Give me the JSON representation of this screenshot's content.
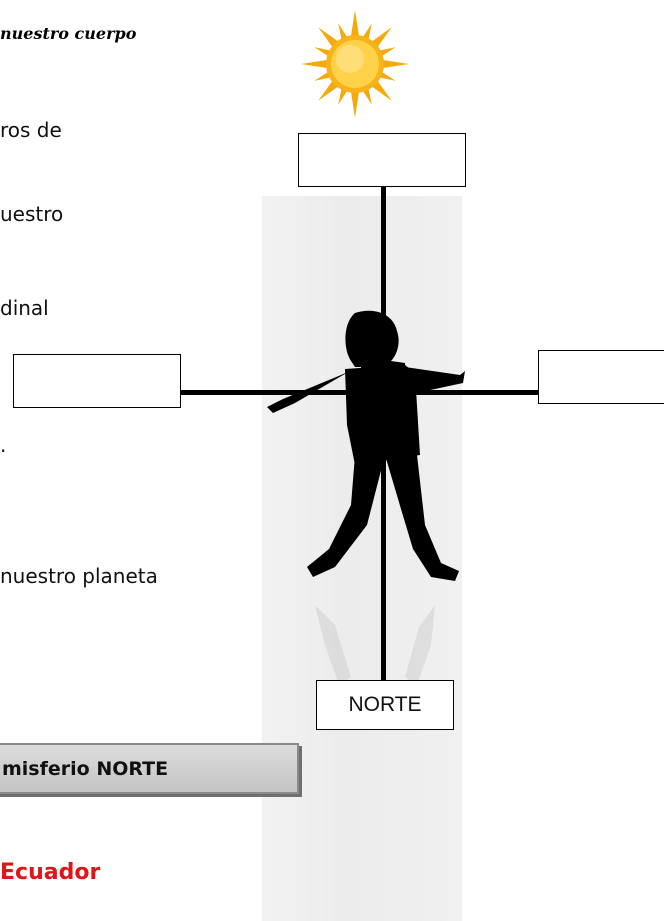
{
  "title": "nuestro cuerpo",
  "text_lines": [
    "ros de",
    "uestro",
    "dinal",
    ".",
    "nuestro planeta"
  ],
  "boxes": {
    "top": "",
    "left": "",
    "right": "",
    "bottom": "NORTE"
  },
  "hemisphere_label": "misferio NORTE",
  "equator_label": "Ecuador",
  "colors": {
    "equator_text": "#e0141a",
    "sun": "#f7b318",
    "silhouette": "#000000"
  },
  "icons": [
    "sun-icon",
    "child-silhouette"
  ]
}
